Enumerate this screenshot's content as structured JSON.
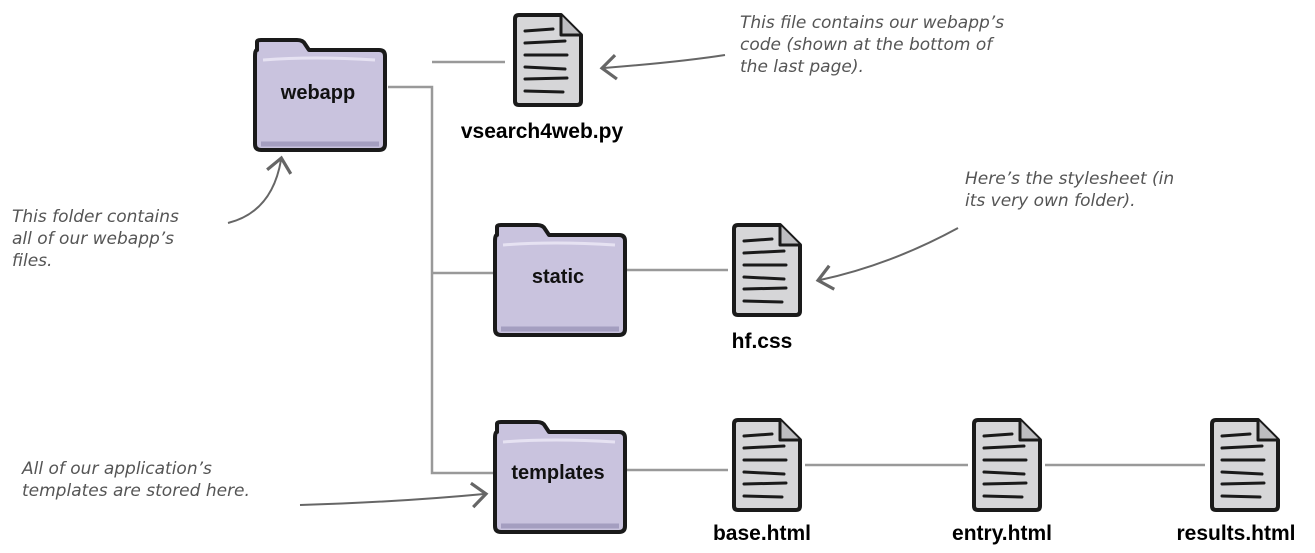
{
  "folders": {
    "webapp": "webapp",
    "static": "static",
    "templates": "templates"
  },
  "files": {
    "vsearch": "vsearch4web.py",
    "hfcss": "hf.css",
    "base": "base.html",
    "entry": "entry.html",
    "results": "results.html"
  },
  "notes": {
    "webapp_code": [
      "This file contains our webapp’s",
      "code (shown at the bottom of",
      "the last page)."
    ],
    "folder_contains": [
      "This folder contains",
      "all of our webapp’s",
      "files."
    ],
    "stylesheet": [
      "Here’s the stylesheet (in",
      "its very own folder)."
    ],
    "templates_here": [
      "All of our application’s",
      "templates are stored here."
    ]
  },
  "colors": {
    "folder_fill": "#c9c3de",
    "folder_edge": "#1a1a1a",
    "file_fill": "#d6d6d8",
    "connector": "#999999",
    "annotation": "#555555"
  }
}
